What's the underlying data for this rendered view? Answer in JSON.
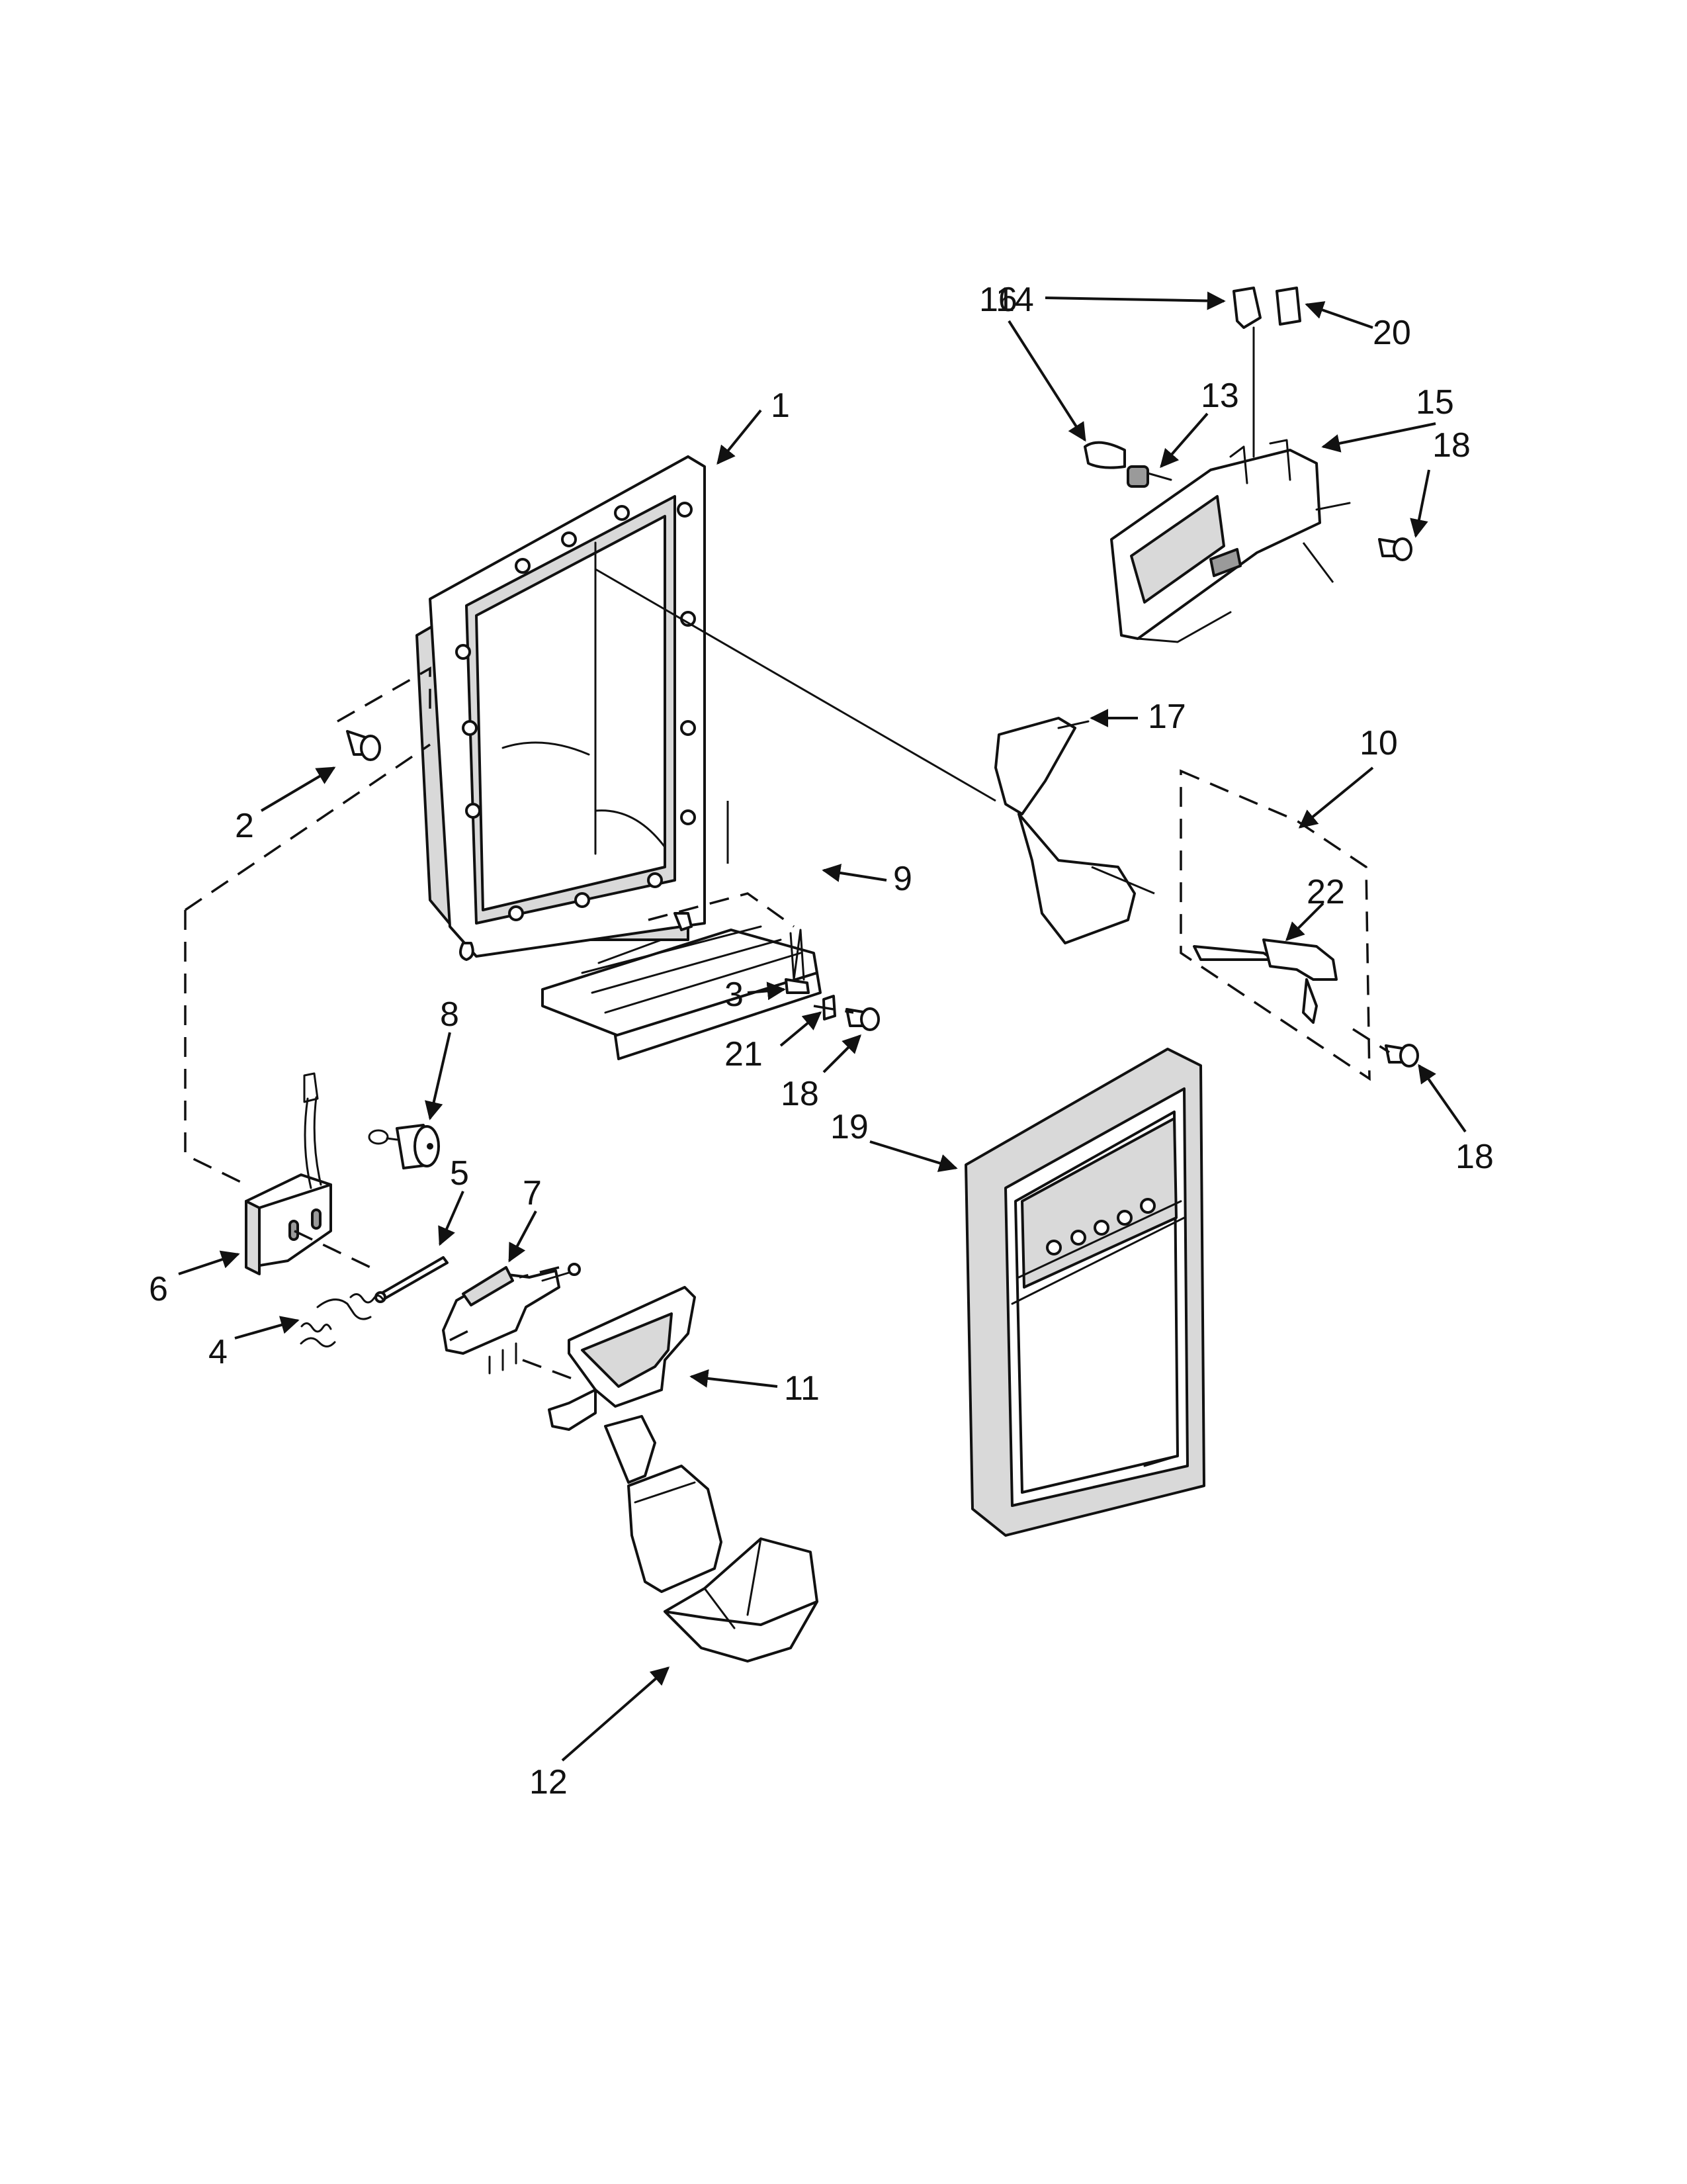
{
  "callouts": {
    "c1": "1",
    "c2": "2",
    "c3": "3",
    "c4": "4",
    "c5": "5",
    "c6": "6",
    "c7": "7",
    "c8": "8",
    "c9": "9",
    "c10": "10",
    "c11": "11",
    "c12": "12",
    "c13": "13",
    "c14": "14",
    "c15": "15",
    "c16": "16",
    "c17": "17",
    "c18a": "18",
    "c18b": "18",
    "c18c": "18",
    "c19": "19",
    "c20": "20",
    "c21": "21",
    "c22": "22"
  }
}
